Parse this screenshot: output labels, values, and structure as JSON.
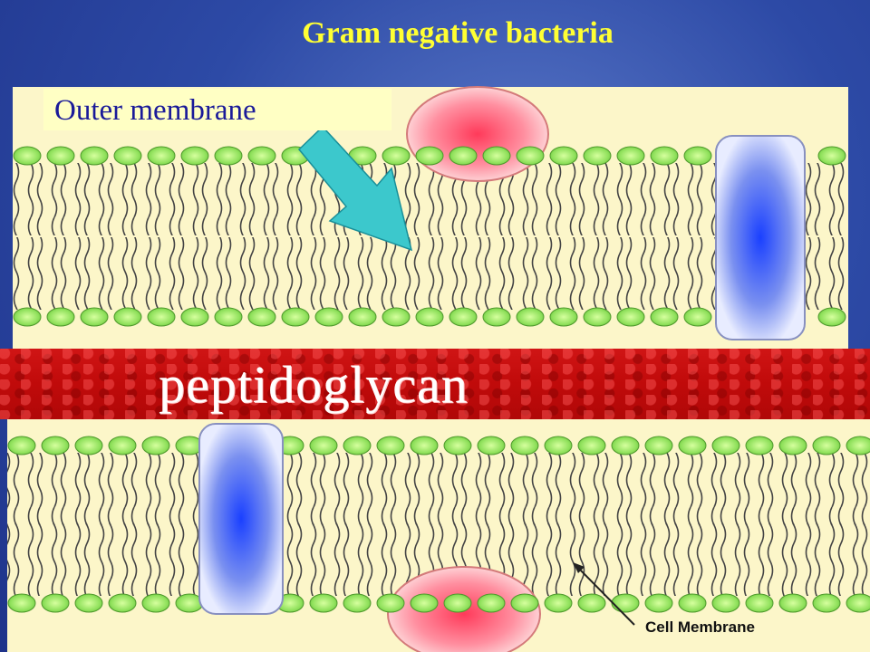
{
  "title": "Gram negative bacteria",
  "labels": {
    "outer_membrane": "Outer membrane",
    "peptidoglycan": "peptidoglycan",
    "cell_membrane": "Cell Membrane"
  },
  "colors": {
    "title": "#ffff33",
    "background": "#2d4aa6",
    "panel": "#fcf6c9",
    "lipid_head": "#9be86a",
    "peptidoglycan": "#c00a0a",
    "arrow": "#3cc8cc",
    "label_text": "#1a1a99"
  }
}
